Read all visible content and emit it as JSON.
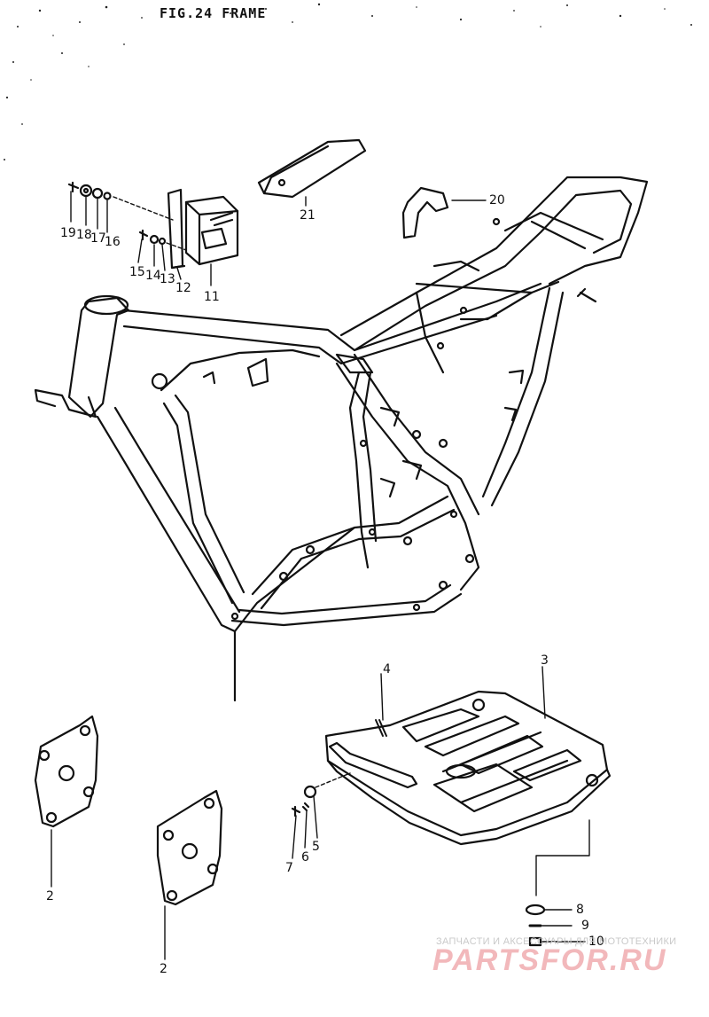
{
  "title": "FIG.24 FRAME",
  "watermark": {
    "subtitle": "ЗАПЧАСТИ И АКСЕССУАРЫ ДЛЯ МОТОТЕХНИКИ",
    "brand": "PARTSFOR.RU",
    "brand_color": "#f2b8bb"
  },
  "callouts": {
    "c2a": "2",
    "c2b": "2",
    "c3": "3",
    "c4": "4",
    "c5": "5",
    "c6": "6",
    "c7": "7",
    "c8": "8",
    "c9": "9",
    "c10": "10",
    "c11": "11",
    "c12": "12",
    "c13": "13",
    "c14": "14",
    "c15": "15",
    "c16": "16",
    "c17": "17",
    "c18": "18",
    "c19": "19",
    "c20": "20",
    "c21": "21"
  }
}
